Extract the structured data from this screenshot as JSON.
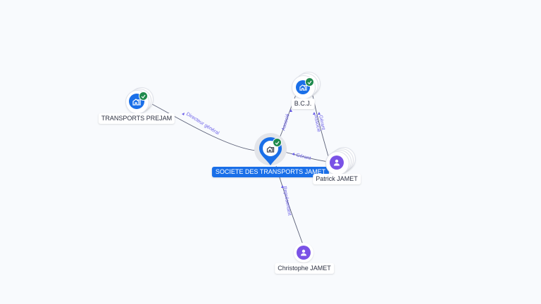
{
  "colors": {
    "background": "#f8fafd",
    "company": "#1a6fe8",
    "person": "#7a52e6",
    "verified": "#1f8a4c",
    "edge": "#5c6178",
    "edge_label": "#6a5ee8"
  },
  "nodes": {
    "central": {
      "label": "SOCIETE DES TRANSPORTS JAMET",
      "type": "company",
      "icon": "building-icon",
      "verified": true
    },
    "prejam": {
      "label": "TRANSPORTS PREJAM",
      "type": "company",
      "icon": "building-icon",
      "verified": true
    },
    "bcj": {
      "label": "B.C.J.",
      "type": "company",
      "icon": "building-icon",
      "verified": true
    },
    "patrick": {
      "label": "Patrick JAMET",
      "type": "person",
      "icon": "person-icon"
    },
    "christophe": {
      "label": "Christophe JAMET",
      "type": "person",
      "icon": "person-icon"
    }
  },
  "edges": [
    {
      "from": "central",
      "to": "prejam",
      "label": "Directeur général"
    },
    {
      "from": "central",
      "to": "bcj",
      "label": "Associé"
    },
    {
      "from": "patrick",
      "to": "bcj",
      "label": "Gérant"
    },
    {
      "from": "patrick",
      "to": "bcj",
      "label_2": "Associé",
      "label": "Associé"
    },
    {
      "from": "patrick",
      "to": "central",
      "label": "Gérant"
    },
    {
      "from": "christophe",
      "to": "central",
      "label": "Représentant"
    }
  ],
  "edge_labels": {
    "directeur": "Directeur général",
    "associe_central_bcj": "Associé",
    "gerant_bcj": "Gérant",
    "associe_bcj": "Associé",
    "gerant_central": "Gérant",
    "representant": "Représentant"
  }
}
